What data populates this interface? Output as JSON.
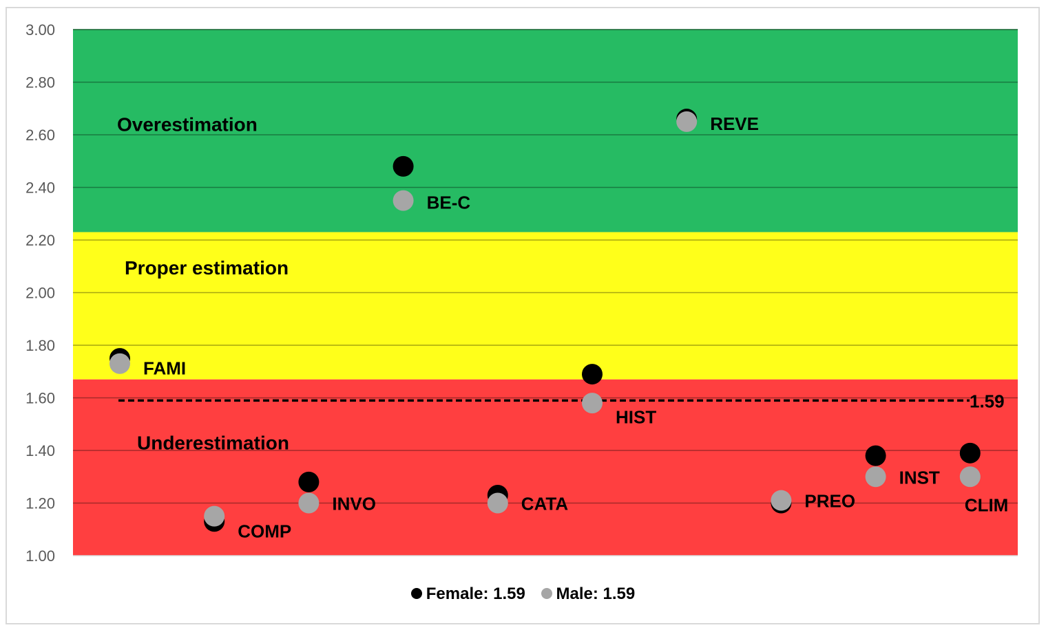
{
  "chart_data": {
    "type": "scatter",
    "ylim": [
      1.0,
      3.0
    ],
    "yticks": [
      "1.00",
      "1.20",
      "1.40",
      "1.60",
      "1.80",
      "2.00",
      "2.20",
      "2.40",
      "2.60",
      "2.80",
      "3.00"
    ],
    "grid": true,
    "legend_position": "bottom",
    "zones": [
      {
        "label": "Overestimation",
        "from": 2.23,
        "to": 3.0,
        "color": "#26bb63"
      },
      {
        "label": "Proper estimation",
        "from": 1.67,
        "to": 2.23,
        "color": "#ffff1a"
      },
      {
        "label": "Underestimation",
        "from": 1.0,
        "to": 1.67,
        "color": "#ff3f40"
      }
    ],
    "reference_line": {
      "value": 1.59,
      "label": "1.59"
    },
    "categories": [
      "FAMI",
      "COMP",
      "INVO",
      "BE-C",
      "CATA",
      "HIST",
      "REVE",
      "PREO",
      "INST",
      "CLIM"
    ],
    "series": [
      {
        "name": "Female: 1.59",
        "color": "#000000",
        "values": [
          1.75,
          1.13,
          1.28,
          2.48,
          1.23,
          1.69,
          2.66,
          1.2,
          1.38,
          1.39
        ]
      },
      {
        "name": "Male: 1.59",
        "color": "#a6a6a6",
        "values": [
          1.73,
          1.15,
          1.2,
          2.35,
          1.2,
          1.58,
          2.65,
          1.21,
          1.3,
          1.3
        ]
      }
    ]
  }
}
